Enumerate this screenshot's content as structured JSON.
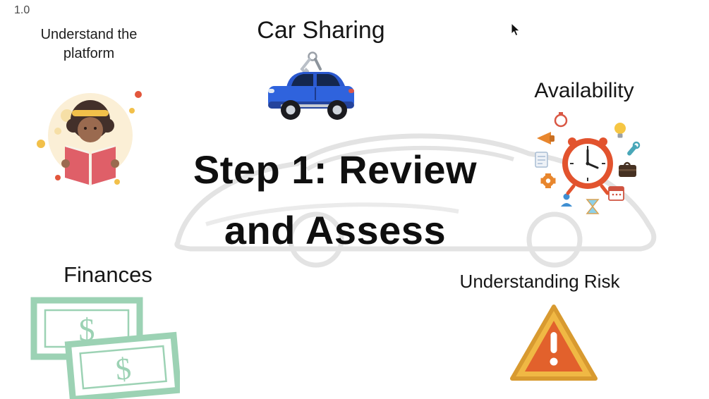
{
  "slide": {
    "page_number": "1.0",
    "title": {
      "line1": "Step 1: Review",
      "line2": "and Assess"
    },
    "sections": {
      "platform": {
        "label_line1": "Understand the",
        "label_line2": "platform",
        "icon": "person-reading-icon"
      },
      "car_sharing": {
        "label": "Car Sharing",
        "icon": "blue-suv-with-keys-icon"
      },
      "availability": {
        "label": "Availability",
        "icon": "alarm-clock-activities-icon"
      },
      "finances": {
        "label": "Finances",
        "icon": "dollar-bills-icon",
        "currency_glyph": "$"
      },
      "risk": {
        "label": "Understanding Risk",
        "icon": "warning-triangle-icon"
      }
    },
    "background_art": "gray-car-silhouette",
    "colors": {
      "title_text": "#0f0f0f",
      "label_text": "#1d1d1d",
      "car_blue": "#2f63dd",
      "money_green": "#9cd2b4",
      "clock_orange": "#e2532e",
      "warning_gold": "#f0b844",
      "warning_orange": "#e2612c",
      "silhouette_gray": "#e3e3e3"
    }
  }
}
